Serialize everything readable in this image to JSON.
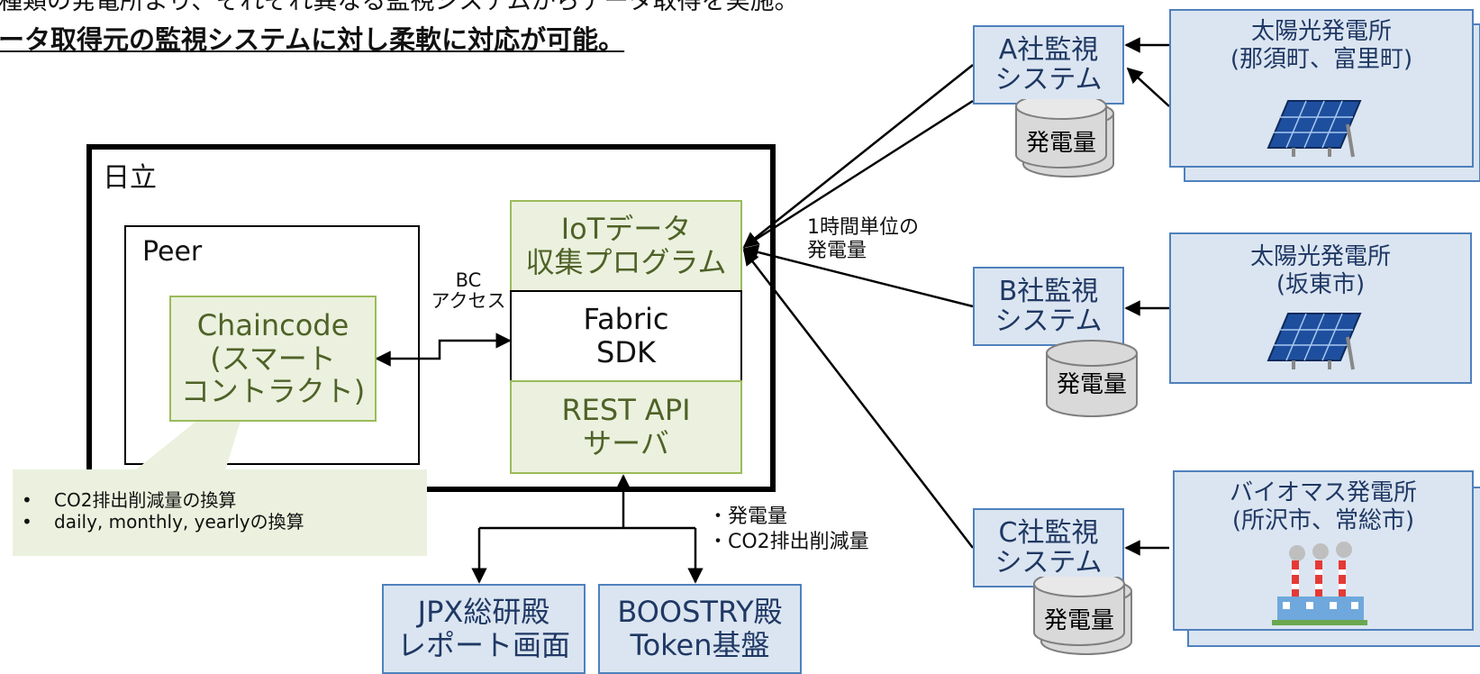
{
  "header": {
    "line1": "種類の発電所より、それぞれ異なる監視システムからデータ取得を実施。",
    "line2": "ータ取得元の監視システムに対し柔軟に対応が可能。"
  },
  "hitachi": {
    "label": "日立",
    "peer": {
      "label": "Peer",
      "chaincode": {
        "line1": "Chaincode",
        "line2": "(スマート",
        "line3": "コントラクト)"
      }
    },
    "iot": {
      "line1": "IoTデータ",
      "line2": "収集プログラム"
    },
    "sdk": {
      "line1": "Fabric",
      "line2": "SDK"
    },
    "rest": {
      "line1": "REST API",
      "line2": "サーバ"
    },
    "bc_access": {
      "line1": "BC",
      "line2": "アクセス"
    }
  },
  "note": {
    "items": [
      "CO2排出削減量の換算",
      "daily, monthly, yearlyの換算"
    ]
  },
  "hourly_label": {
    "line1": "1時間単位の",
    "line2": "発電量"
  },
  "output_label": {
    "line1": "・発電量",
    "line2": "・CO2排出削減量"
  },
  "consumers": [
    {
      "line1": "JPX総研殿",
      "line2": "レポート画面"
    },
    {
      "line1": "BOOSTRY殿",
      "line2": "Token基盤"
    }
  ],
  "monitors": [
    {
      "line1": "A社監視",
      "line2": "システム",
      "db": "発電量"
    },
    {
      "line1": "B社監視",
      "line2": "システム",
      "db": "発電量"
    },
    {
      "line1": "C社監視",
      "line2": "システム",
      "db": "発電量"
    }
  ],
  "plants": [
    {
      "line1": "太陽光発電所",
      "line2": "(那須町、富里町)",
      "icon": "solar-panel-icon"
    },
    {
      "line1": "太陽光発電所",
      "line2": "(坂東市)",
      "icon": "solar-panel-icon"
    },
    {
      "line1": "バイオマス発電所",
      "line2": "(所沢市、常総市)",
      "icon": "factory-icon"
    }
  ],
  "colors": {
    "green_fill": "#ebf1de",
    "green_border": "#9bbb59",
    "blue_fill": "#dbe5f1",
    "blue_border": "#4f81bd",
    "db_gray": "#d9d9d9"
  }
}
